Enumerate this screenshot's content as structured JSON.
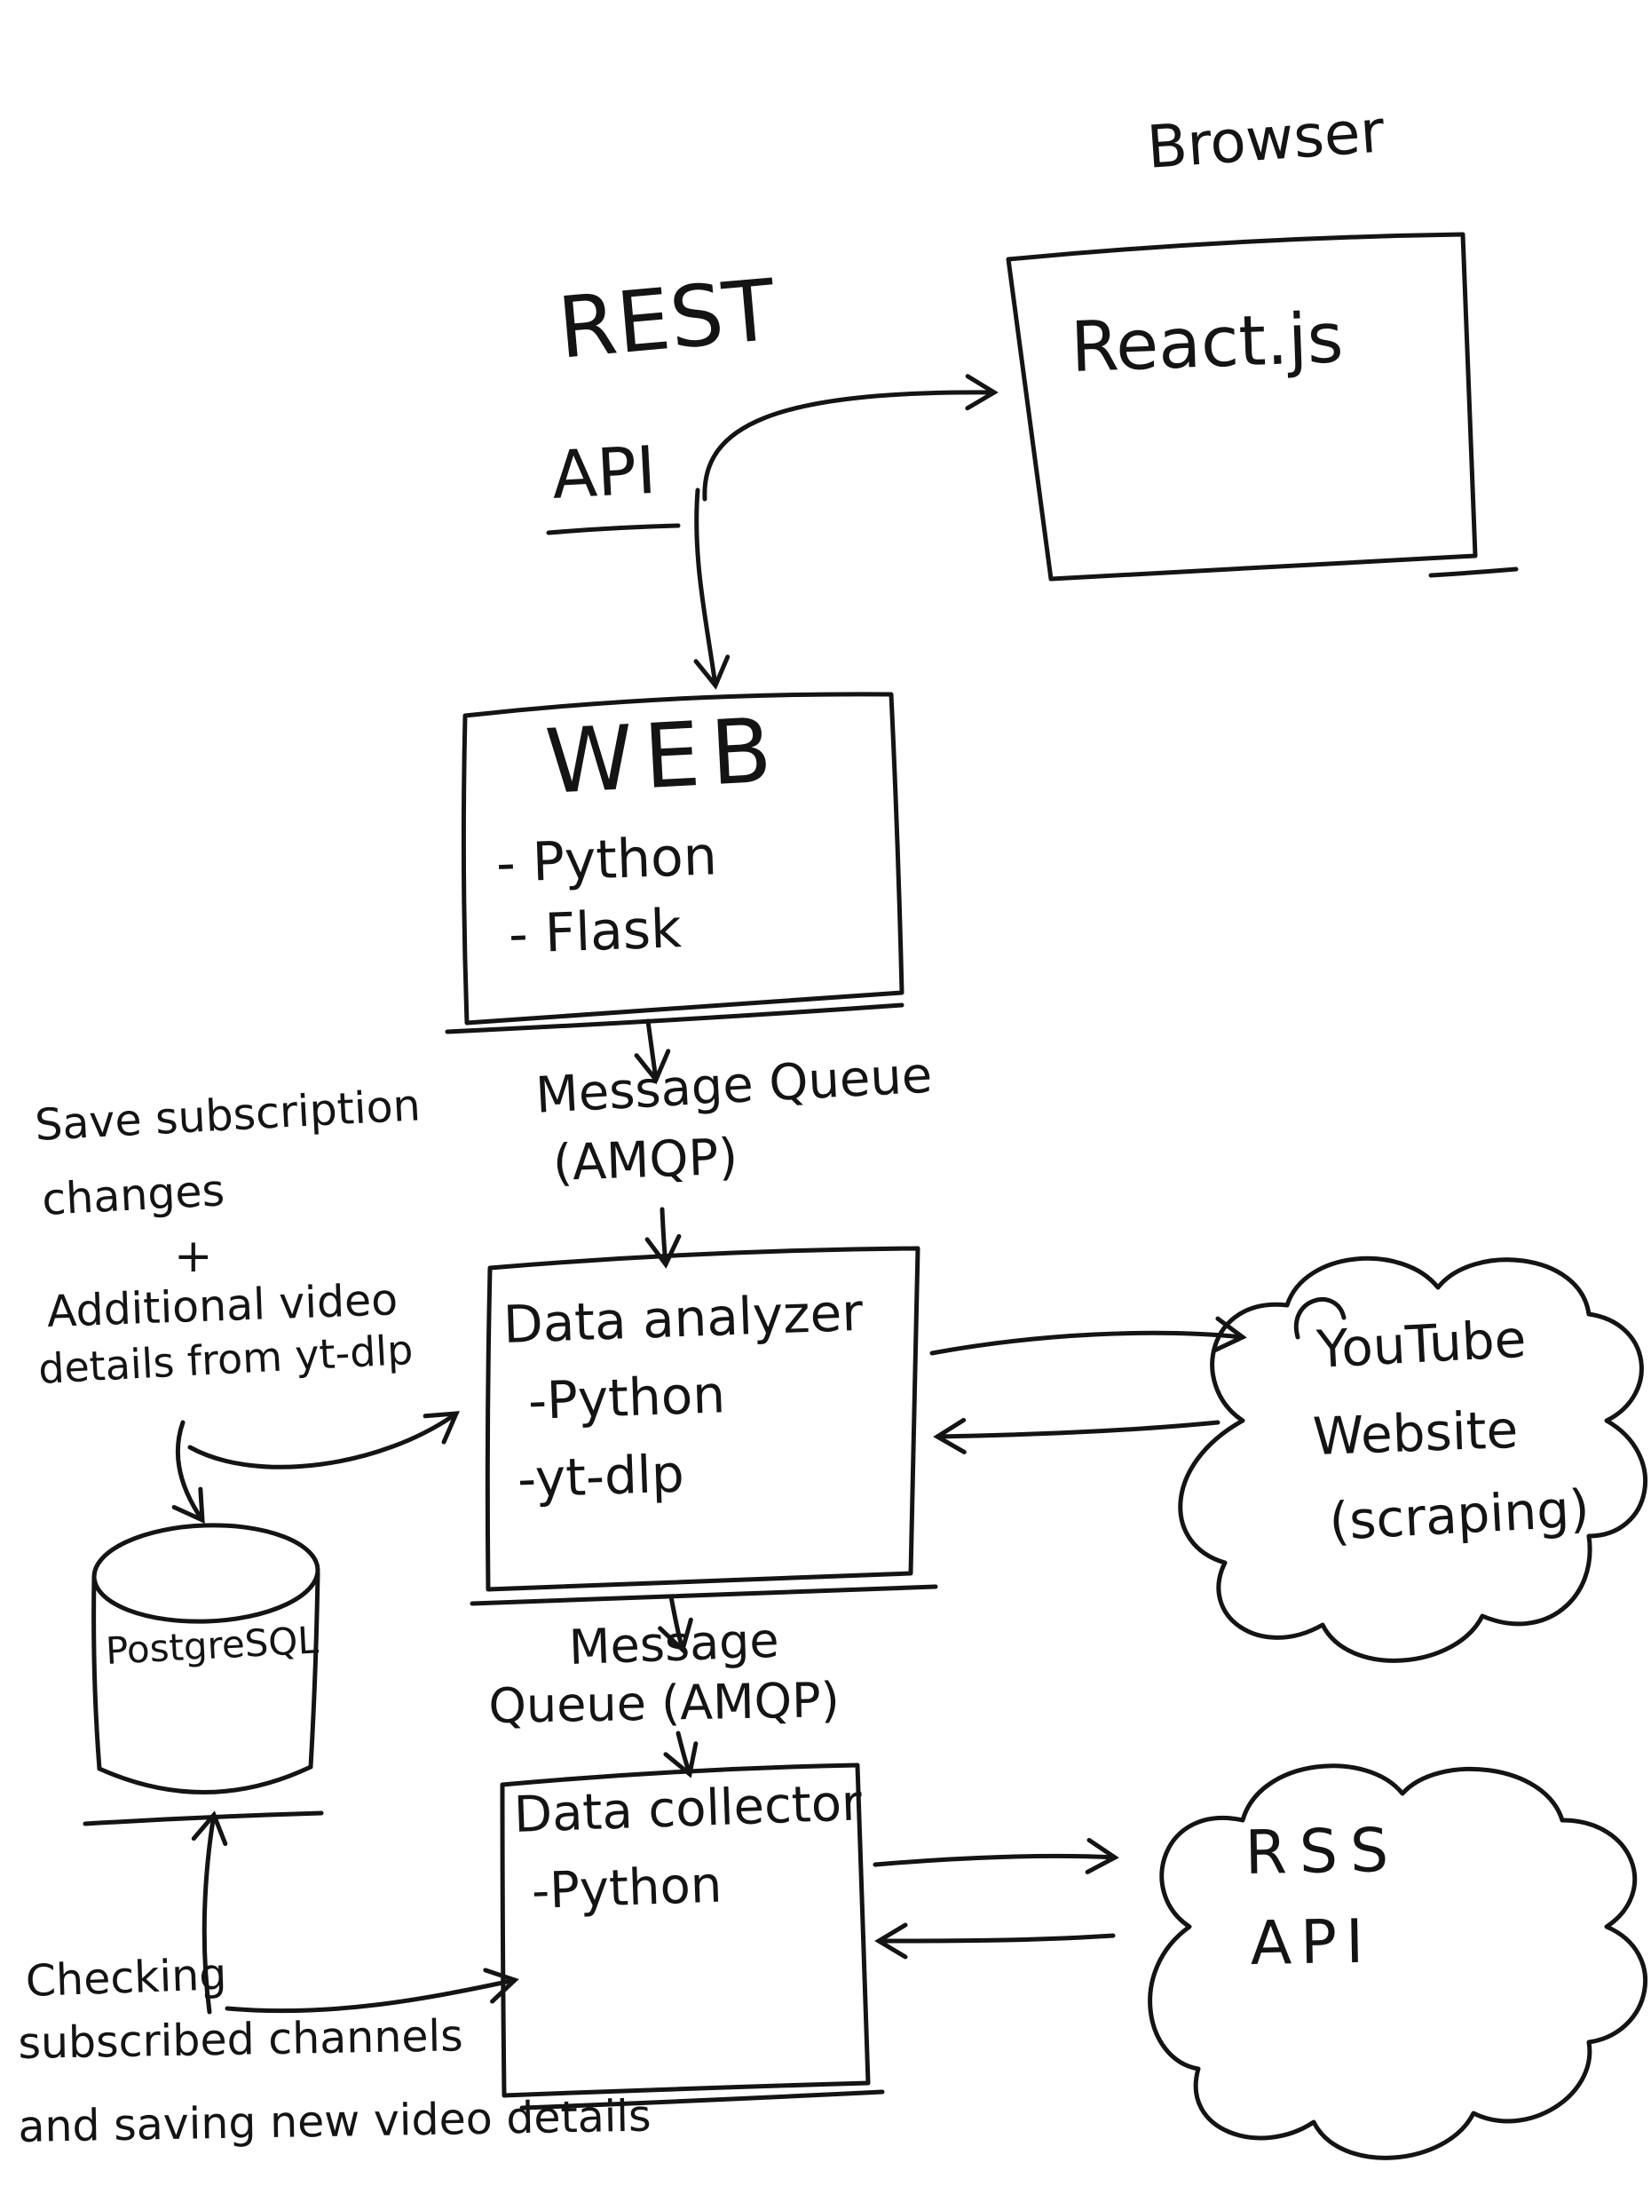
{
  "colors": {
    "ink": "#141414",
    "paper": "#ffffff"
  },
  "labels": {
    "browser": "Browser",
    "react": {
      "title": "React.js"
    },
    "rest_api": {
      "line1": "REST",
      "line2": "API"
    },
    "web": {
      "title": "WEB",
      "items": [
        "- Python",
        "- Flask"
      ]
    },
    "queue_top": {
      "line1": "Message Queue",
      "line2": "(AMQP)"
    },
    "analyzer": {
      "title": "Data analyzer",
      "items": [
        "-Python",
        "-yt-dlp"
      ]
    },
    "note_save": {
      "line1": "Save subscription",
      "line2": "changes",
      "line3": "+",
      "line4": "Additional video",
      "line5": "details from yt-dlp"
    },
    "database": {
      "title": "PostgreSQL"
    },
    "youtube": {
      "line1": "YouTube",
      "line2": "Website",
      "line3": "(scraping)"
    },
    "queue_mid": {
      "line1": "Message",
      "line2": "Queue (AMQP)"
    },
    "collector": {
      "title": "Data collector",
      "items": [
        "-Python"
      ]
    },
    "rss": {
      "line1": "RSS",
      "line2": "API"
    },
    "note_checking": {
      "line1": "Checking",
      "line2": "subscribed channels",
      "line3": "and saving new video details"
    }
  }
}
